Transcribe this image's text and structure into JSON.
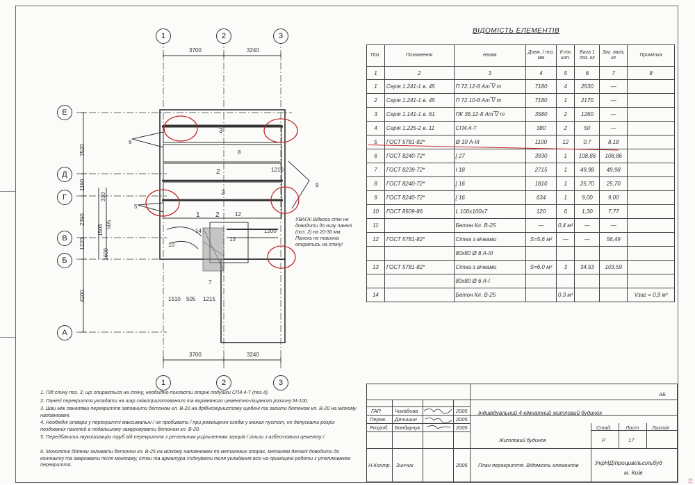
{
  "axes": {
    "vertical": [
      "1",
      "2",
      "3"
    ],
    "horizontal": [
      "Е",
      "Д",
      "Г",
      "В",
      "Б",
      "А"
    ]
  },
  "dims": {
    "top_1": "3700",
    "top_2": "3240",
    "bottom_1": "3700",
    "bottom_2": "3240",
    "left_1": "3520",
    "left_2": "1190",
    "left_3": "2390",
    "left_4": "1220",
    "left_5": "4200",
    "left_6": "330",
    "left_7": "1600",
    "left_8": "505",
    "left_9": "1505",
    "under_1": "1510",
    "under_2": "505",
    "under_3": "1215",
    "right_1": "1210",
    "right_2": "1200"
  },
  "plan_labels": {
    "mark_3a": "3",
    "mark_3b": "3",
    "mark_2a": "2",
    "mark_2b": "2",
    "mark_1": "1",
    "mark_6": "6",
    "mark_5": "5",
    "mark_7": "7",
    "mark_12": "12",
    "mark_14": "14",
    "mark_13": "13",
    "mark_8": "8",
    "mark_9": "9",
    "mark_10": "10"
  },
  "warning": {
    "text": "УВАГА! Відкоси стін не доводити до низу панелі (поз. 2) на 20-30 мм. Панель не повинна опиратись на стіну!"
  },
  "notes": [
    "1. Під стіну поз. 3, що опирається на стіну, необхідно покласти опорні подушки СП4.4-Т (поз.4).",
    "2. Панелі перекриття укладати на шар свіжоприготованого та вирівняного цементно-піщаного розчину М-100.",
    "3. Шви між панелями перекриття заповнити бетоном кл. В-20 на дрібнозернистому щебені та залити бетоном кл. В-20 на мілкому наповнювачі.",
    "4. Необхідні отвори у перекритті максимальні / не пробивати / при розміщенні сходів у межах пустот, не допускати розріз поздовжніх панелей в подальшому замуровувати бетоном кл. В-20.",
    "5. Передбачити звукоізоляцію труб від перекриття з ретельним ущільненням зазорів / гільзи з азбестового цементу /.",
    "6. Монолітні ділянки заливати бетоном кл. В-25 на мілкому наповнювачі по металевих опорах, металеві деталі доводити до контакту та зварювати після монтажу, сітки та арматура з'єднувати після укладання всіх на приміщені роботи з утеплювачем перекриття."
  ],
  "spec": {
    "title": "ВІДОМІСТЬ ЕЛЕМЕНТІВ",
    "headers": [
      "Поз.",
      "Позначення",
      "Назва",
      "Довж. / поз. мм",
      "К-ть шт.",
      "Вага 1 поз. кг",
      "Заг. вага, кг",
      "Примітка"
    ],
    "index_row": [
      "1",
      "2",
      "3",
      "4",
      "5",
      "6",
      "7",
      "8"
    ],
    "rows": [
      [
        "1",
        "Серія 1.241-1 в. 45",
        "П 72.12-8 Ат ̅V̅ т",
        "7180",
        "4",
        "2530",
        "—",
        ""
      ],
      [
        "2",
        "Серія 1.241-1 в. 45",
        "П 72.10-8 Ат ̅V̅ т",
        "7180",
        "1",
        "2170",
        "—",
        ""
      ],
      [
        "3",
        "Серія 1.141-1 в. 61",
        "ПК 36.12-8 Ат ̅V̅ т",
        "3580",
        "2",
        "1260",
        "—",
        ""
      ],
      [
        "4",
        "Серія 1.225-2 в. 11",
        "СП4.4-Т",
        "380",
        "2",
        "50",
        "—",
        ""
      ],
      [
        "5",
        "ГОСТ 5781-82*",
        "Ø 10 А-III",
        "1100",
        "12",
        "0,7",
        "8,18",
        ""
      ],
      [
        "6",
        "ГОСТ 8240-72*",
        "[ 27",
        "3930",
        "1",
        "108,86",
        "108,86",
        ""
      ],
      [
        "7",
        "ГОСТ 8239-72*",
        "I 18",
        "2715",
        "1",
        "49,98",
        "49,98",
        ""
      ],
      [
        "8",
        "ГОСТ 8240-72*",
        "[ 16",
        "1810",
        "1",
        "25,70",
        "25,70",
        ""
      ],
      [
        "9",
        "ГОСТ 8240-72*",
        "[ 16",
        "634",
        "1",
        "9,00",
        "9,00",
        ""
      ],
      [
        "10",
        "ГОСТ 8509-86",
        "L 100х100х7",
        "120",
        "6",
        "1,30",
        "7,77",
        ""
      ],
      [
        "11",
        "",
        "Бетон Кл. В-25",
        "—",
        "0,4 м³",
        "—",
        "—",
        ""
      ],
      [
        "12",
        "ГОСТ 5781-82*",
        "Сітка з вічками",
        "S=5,6 м²",
        "—",
        "—",
        "56,49",
        ""
      ],
      [
        "",
        "",
        "80х80 Ø 8 А-III",
        "",
        "",
        "",
        "",
        ""
      ],
      [
        "13",
        "ГОСТ 5781-82*",
        "Сітка з вічками",
        "S=6,0 м²",
        "3",
        "34,53",
        "103,59",
        ""
      ],
      [
        "",
        "",
        "80х80 Ø 6 А-I",
        "",
        "",
        "",
        "",
        ""
      ],
      [
        "14",
        "",
        "Бетон Кл. В-25",
        "",
        "0,3 м³",
        "",
        "",
        "Vзаг = 0,9 м³"
      ]
    ]
  },
  "stamp": {
    "code": "АБ",
    "project": "Індивідуальний 4-кімнатний житловий будинок",
    "building": "Житловий будинок",
    "sheet_title": "План перекриття. Відомість елементів",
    "org_line1": "УкрНДІпроцивільсільбуд",
    "org_line2": "м. Київ",
    "stage_label": "Стад.",
    "sheet_label": "Лист",
    "sheets_label": "Листів",
    "stage": "Р",
    "sheet": "17",
    "sheets": "",
    "people": [
      {
        "role": "ГАП",
        "name": "Чикабова",
        "date": "2005"
      },
      {
        "role": "Перев.",
        "name": "Дячишин",
        "date": "2005"
      },
      {
        "role": "Розроб.",
        "name": "Бондарчук",
        "date": "2005"
      },
      {
        "role": "Н.Контр.",
        "name": "Зинчик",
        "date": "2005"
      }
    ]
  },
  "corner_number": "15"
}
